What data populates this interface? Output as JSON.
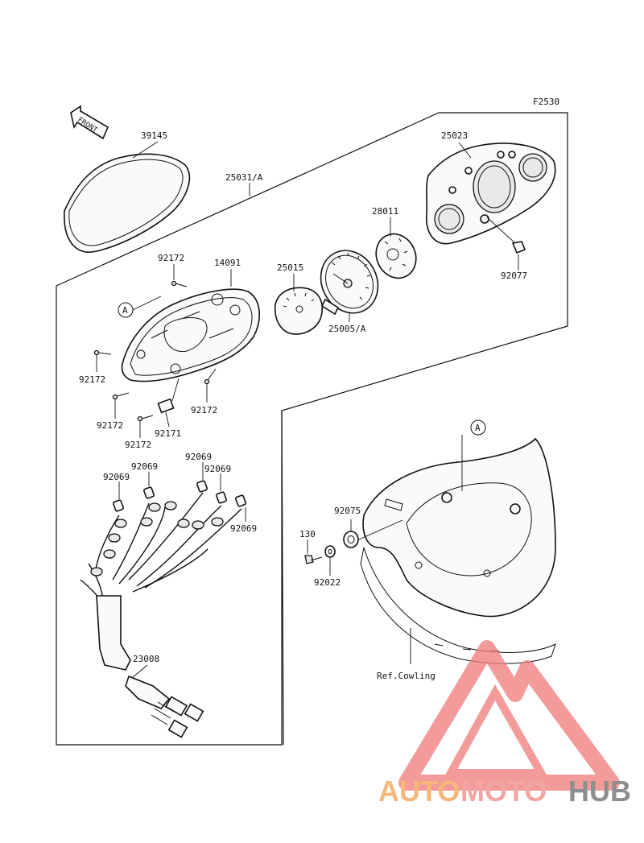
{
  "figure_code": "F2530",
  "front_arrow_label": "FRONT",
  "callout_letter": "A",
  "parts": {
    "p39145": "39145",
    "p25031A": "25031/A",
    "p25023": "25023",
    "p28011": "28011",
    "p92077": "92077",
    "p25015": "25015",
    "p25005A": "25005/A",
    "p14091": "14091",
    "p92172_a": "92172",
    "p92172_b": "92172",
    "p92172_c": "92172",
    "p92172_d": "92172",
    "p92172_e": "92172",
    "p92171": "92171",
    "p92069_a": "92069",
    "p92069_b": "92069",
    "p92069_c": "92069",
    "p92069_d": "92069",
    "p92069_e": "92069",
    "p23008": "23008",
    "p92075": "92075",
    "p130": "130",
    "p92022": "92022",
    "ref_cowling": "Ref.Cowling"
  },
  "watermark": {
    "text_auto": "AUTO",
    "text_moto": "MOTO",
    "text_hub": "HUB",
    "colors": {
      "auto": "#f6b87a",
      "moto": "#f3a4a4",
      "hub": "#8e8e8e",
      "logo": "#f08080"
    }
  }
}
